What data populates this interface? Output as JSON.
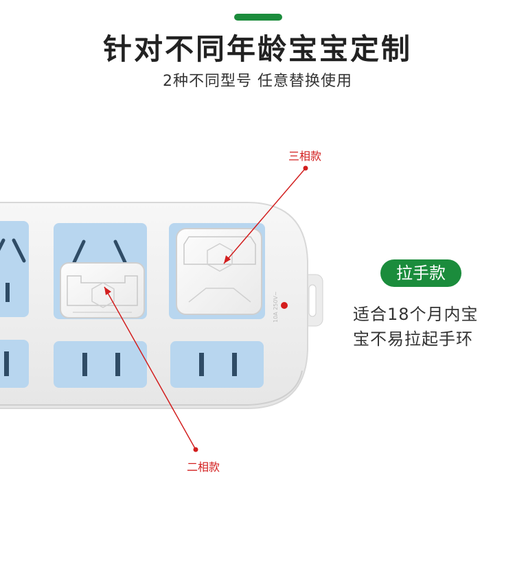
{
  "header": {
    "title": "针对不同年龄宝宝定制",
    "subtitle": "2种不同型号  任意替换使用"
  },
  "callouts": {
    "three_phase": "三相款",
    "two_phase": "二相款"
  },
  "feature": {
    "badge": "拉手款",
    "line1": "适合18个月内宝",
    "line2": "宝不易拉起手环"
  },
  "colors": {
    "brand_green": "#1b8c3c",
    "callout_red": "#d21e1e",
    "socket_blue": "#b8d6ef"
  }
}
